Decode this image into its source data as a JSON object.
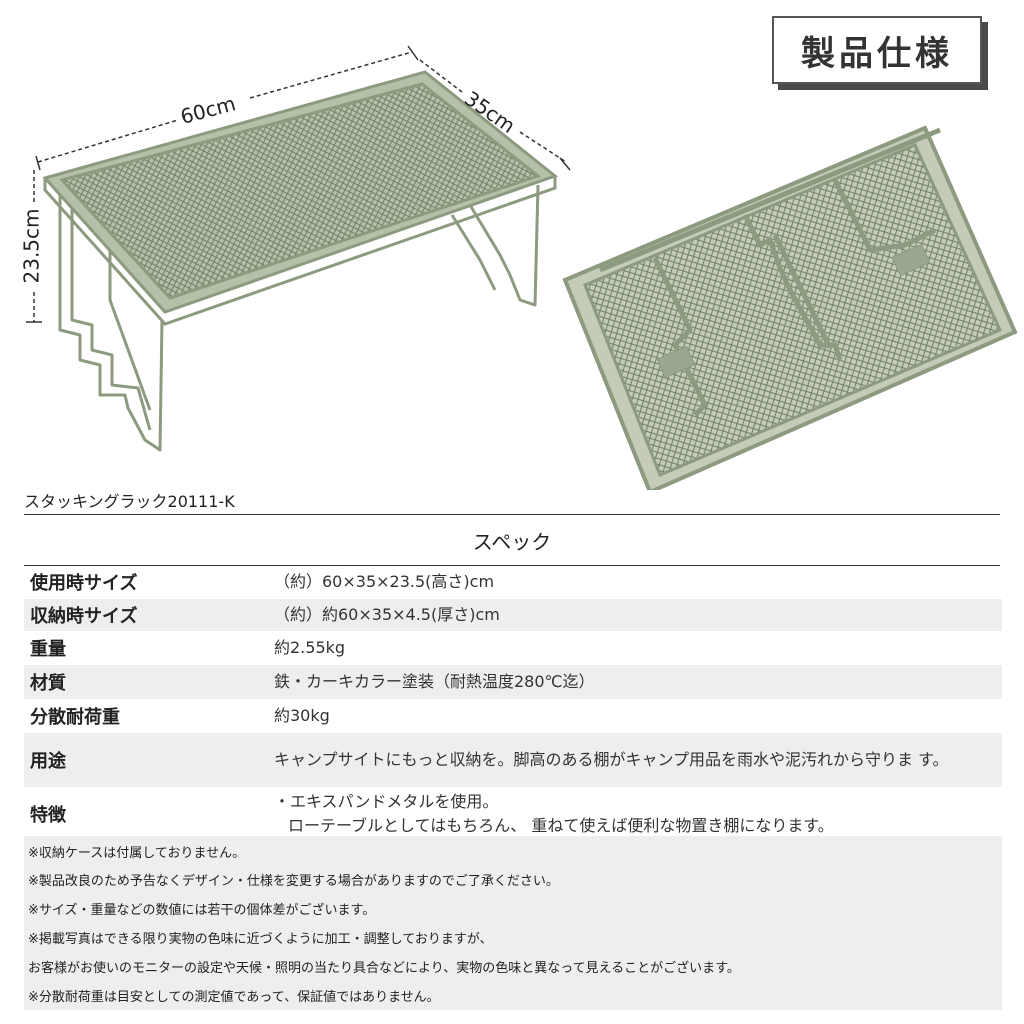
{
  "title_badge": "製品仕様",
  "dimensions": {
    "width": "60cm",
    "depth": "35cm",
    "height": "23.5cm"
  },
  "product_name": "スタッキングラック20111-K",
  "spec_heading": "スペック",
  "specs": [
    {
      "label": "使用時サイズ",
      "value": "（約）60×35×23.5(高さ)cm"
    },
    {
      "label": "収納時サイズ",
      "value": "（約）約60×35×4.5(厚さ)cm"
    },
    {
      "label": "重量",
      "value": "約2.55kg"
    },
    {
      "label": "材質",
      "value": "鉄・カーキカラー塗装（耐熱温度280℃迄）"
    },
    {
      "label": "分散耐荷重",
      "value": "約30kg"
    },
    {
      "label": "用途",
      "value": "キャンプサイトにもっと収納を。脚高のある棚がキャンプ用品を雨水や泥汚れから守りま す。"
    },
    {
      "label": "特徴",
      "value_line1": "・エキスパンドメタルを使用。",
      "value_line2": "ローテーブルとしてはもちろん、 重ねて使えば便利な物置き棚になります。"
    }
  ],
  "notes": [
    "※収納ケースは付属しておりません。",
    "※製品改良のため予告なくデザイン・仕様を変更する場合がありますのでご了承ください。",
    "※サイズ・重量などの数値には若干の個体差がございます。",
    "※掲載写真はできる限り実物の色味に近づくように加工・調整しておりますが、",
    "お客様がお使いのモニターの設定や天候・照明の当たり具合などにより、実物の色味と異なって見えることがございます。",
    "※分散耐荷重は目安としての測定値であって、保証値ではありません。"
  ],
  "colors": {
    "frame": "#8c9a80",
    "mesh": "#7a8a70",
    "row_alt": "#efeeec"
  }
}
